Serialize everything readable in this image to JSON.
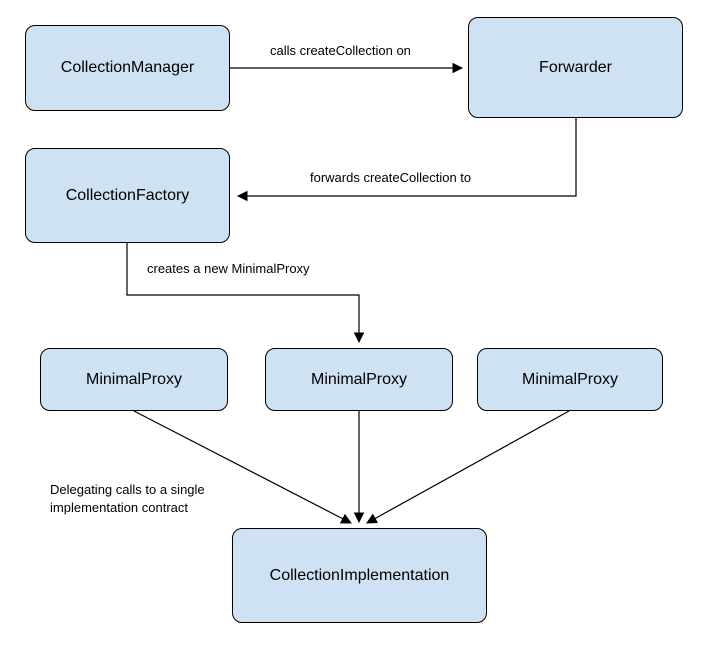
{
  "diagram": {
    "nodes": {
      "collection_manager": {
        "label": "CollectionManager"
      },
      "forwarder": {
        "label": "Forwarder"
      },
      "collection_factory": {
        "label": "CollectionFactory"
      },
      "minimal_proxy_1": {
        "label": "MinimalProxy"
      },
      "minimal_proxy_2": {
        "label": "MinimalProxy"
      },
      "minimal_proxy_3": {
        "label": "MinimalProxy"
      },
      "collection_implementation": {
        "label": "CollectionImplementation"
      }
    },
    "edges": {
      "manager_to_forwarder": {
        "label": "calls createCollection on"
      },
      "forwarder_to_factory": {
        "label": "forwards createCollection to"
      },
      "factory_to_proxy": {
        "label": "creates a new MinimalProxy"
      }
    },
    "annotation": "Delegating calls to a single implementation contract",
    "colors": {
      "node_fill": "#cfe2f3",
      "node_border": "#000000",
      "arrow": "#000000"
    }
  }
}
